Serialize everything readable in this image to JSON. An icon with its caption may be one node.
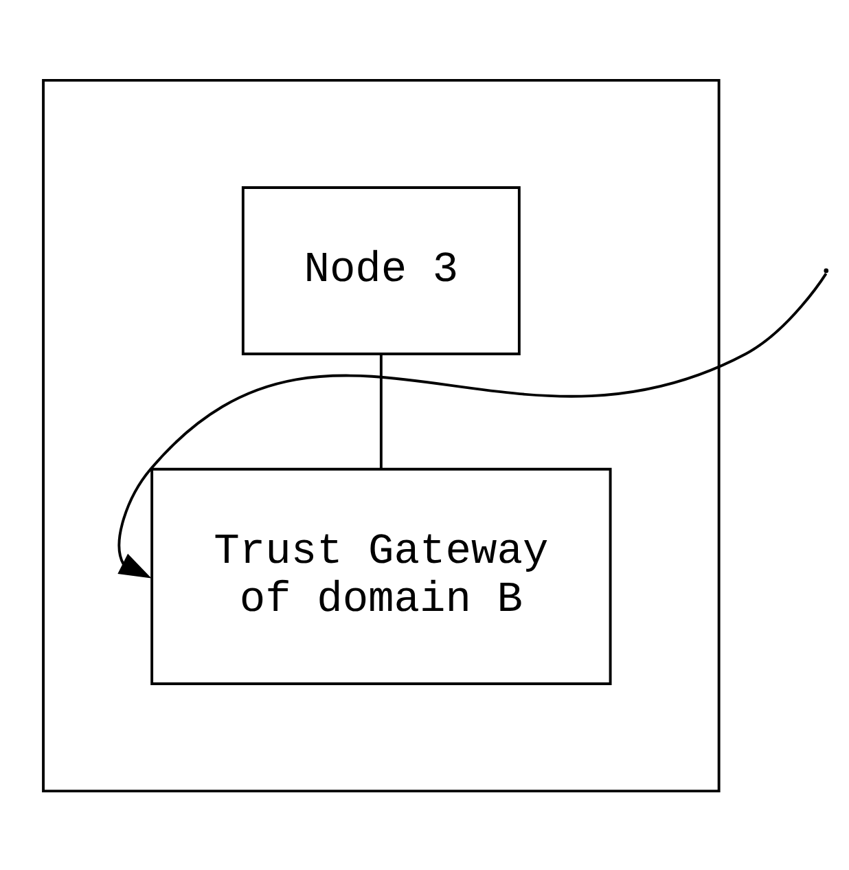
{
  "diagram": {
    "nodes": [
      {
        "text": [],
        "shape": "box"
      },
      {
        "text": [
          "Node 3"
        ],
        "in": 0
      },
      {
        "text": [
          "Trust Gateway of domain B"
        ],
        "in": 0
      }
    ],
    "edges": [
      {
        "from": 1,
        "to": 2,
        "arrow": "none"
      },
      {
        "from": null,
        "to": 2,
        "arrow": "to"
      }
    ]
  }
}
